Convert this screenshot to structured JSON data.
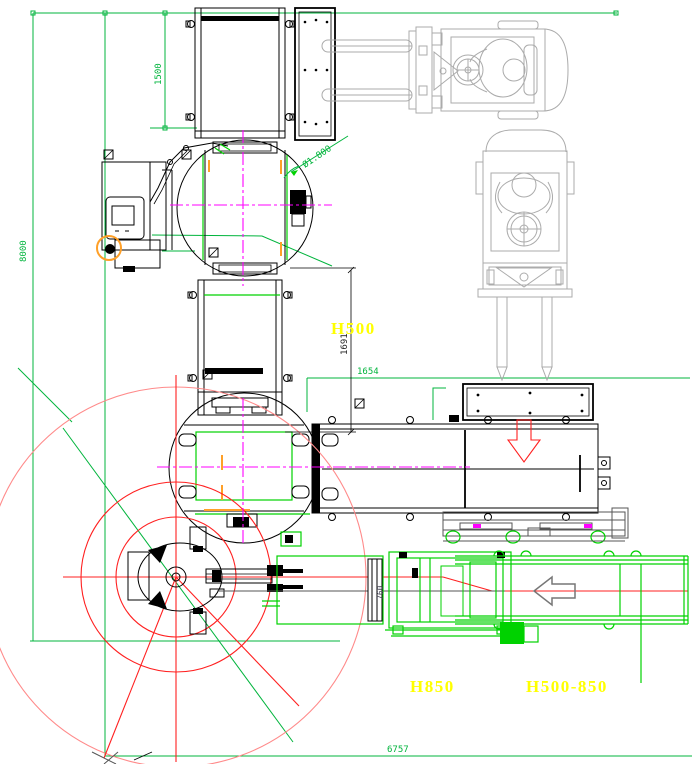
{
  "drawing": {
    "labels": {
      "station_h500": "H500",
      "station_h850": "H850",
      "station_h500_850": "H500-850"
    },
    "dimensions": {
      "overall_height": "8000",
      "infeed_offset": "1500",
      "conveyor_length": "1691",
      "span_width": "1654",
      "turntable_diameter": "Ø1.800",
      "lift_width": "760",
      "overall_length": "6757"
    },
    "colors": {
      "dimension_green": "#00b43c",
      "machine_green": "#00d200",
      "centerline_magenta": "#ff00ff",
      "envelope_red": "#ff2020",
      "label_yellow": "#ffff00",
      "forklift_gray": "#ababab",
      "accent_orange": "#ffa028",
      "arrow_hatch_cyan": "#40d8f0"
    }
  }
}
